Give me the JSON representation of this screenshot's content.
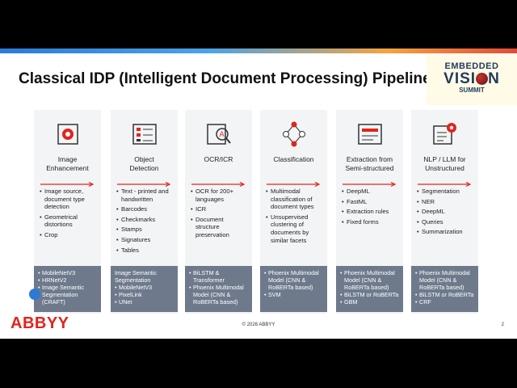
{
  "slide": {
    "title": "Classical IDP (Intelligent Document Processing) Pipeline",
    "logo": {
      "line1": "EMBEDDED",
      "line2a": "VISI",
      "line2b": "N",
      "line3": "SUMMIT"
    },
    "brand": "ABBYY",
    "copyright": "© 2026 ABBYY",
    "page_number": "2",
    "accent_red": "#e2241c",
    "panel_gray": "#6e7a8c"
  },
  "columns": [
    {
      "heading": "Image\nEnhancement",
      "icon": "gear-image-icon",
      "bullets": [
        "Image source, document type detection",
        "Geometrical distortions",
        "Crop"
      ],
      "models": [
        {
          "text": "MobileNetV3",
          "bullet": true
        },
        {
          "text": "HRNetV2",
          "bullet": true
        },
        {
          "text": "Image Semantic Segmentation (CRAFT)",
          "bullet": true
        }
      ]
    },
    {
      "heading": "Object\nDetection",
      "icon": "list-detect-icon",
      "bullets": [
        "Text - printed and handwritten",
        "Barcodes",
        "Checkmarks",
        "Stamps",
        "Signatures",
        "Tables"
      ],
      "models": [
        {
          "text": "Image Semantic Segmentation",
          "bullet": false
        },
        {
          "text": "MobileNetV3",
          "bullet": true
        },
        {
          "text": "PixelLink",
          "bullet": true
        },
        {
          "text": "UNet",
          "bullet": true
        }
      ]
    },
    {
      "heading": "OCR/ICR",
      "icon": "ocr-icon",
      "bullets": [
        "OCR for 200+ languages",
        "ICR",
        "Document structure preservation"
      ],
      "models": [
        {
          "text": "BiLSTM & Transformer",
          "bullet": true
        },
        {
          "text": "Phoenix Multimodal Model (CNN & RoBERTa based)",
          "bullet": true
        }
      ]
    },
    {
      "heading": "Classification",
      "icon": "network-icon",
      "bullets": [
        "Multimodal classification of document types",
        "Unsupervised clustering of documents by similar facets"
      ],
      "models": [
        {
          "text": "Phoenix Multimodal Model (CNN & RoBERTa based)",
          "bullet": true
        },
        {
          "text": "SVM",
          "bullet": true
        }
      ]
    },
    {
      "heading": "Extraction from\nSemi-structured",
      "icon": "extraction-icon",
      "bullets": [
        "DeepML",
        "FastML",
        "Extraction rules",
        "Fixed forms"
      ],
      "models": [
        {
          "text": "Phoenix Multimodal Model (CNN & RoBERTa based)",
          "bullet": true
        },
        {
          "text": "BiLSTM or RoBERTa",
          "bullet": true
        },
        {
          "text": "GBM",
          "bullet": true
        }
      ]
    },
    {
      "heading": "NLP / LLM for\nUnstructured",
      "icon": "nlp-icon",
      "bullets": [
        "Segmentation",
        "NER",
        "DeepML",
        "Queries",
        "Summarization"
      ],
      "models": [
        {
          "text": "Phoenix Multimodal Model (CNN & RoBERTa based)",
          "bullet": true
        },
        {
          "text": "BiLSTM or RoBERTa",
          "bullet": true
        },
        {
          "text": "CRF",
          "bullet": true
        }
      ]
    }
  ]
}
